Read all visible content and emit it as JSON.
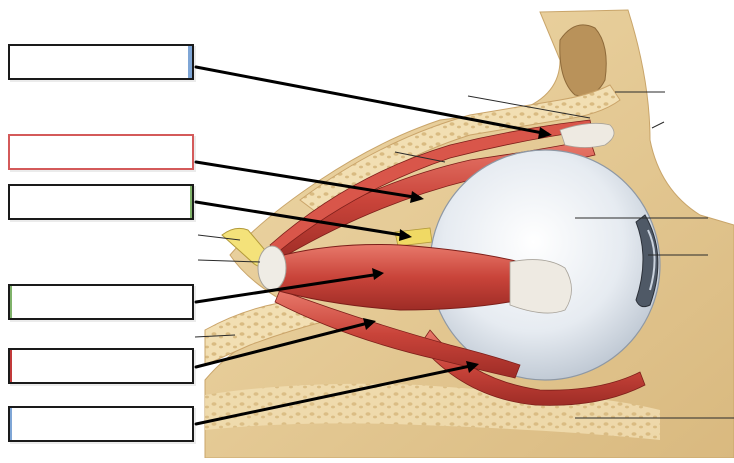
{
  "diagram": {
    "subject": "lateral-view-extraocular-muscles",
    "label_boxes": [
      {
        "id": "box-1",
        "accent": "#7fa6d6",
        "value": ""
      },
      {
        "id": "box-2",
        "accent": "#d45a5a",
        "value": ""
      },
      {
        "id": "box-3",
        "accent": "#7fb26a",
        "value": ""
      },
      {
        "id": "box-4",
        "accent": "#7fb26a",
        "value": ""
      },
      {
        "id": "box-5",
        "accent": "#c23a3a",
        "value": ""
      },
      {
        "id": "box-6",
        "accent": "#7fa6d6",
        "value": ""
      }
    ],
    "colors": {
      "bone": "#e7cf9f",
      "bone_edge": "#caa46a",
      "spongy_bone": "#f1dcae",
      "muscle": "#c9443a",
      "muscle_highlight": "#e8796b",
      "tendon": "#e8e6e0",
      "eyeball": "#e9eef3",
      "cornea": "#5b6470",
      "optic_nerve": "#f4e27a",
      "leader_line": "#000000"
    }
  }
}
